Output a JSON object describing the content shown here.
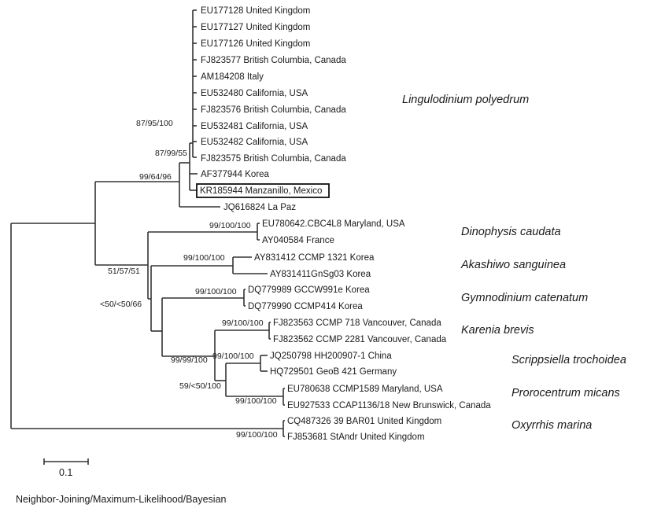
{
  "leaves": [
    "EU177128 United Kingdom",
    "EU177127 United Kingdom",
    "EU177126 United Kingdom",
    "FJ823577 British Columbia, Canada",
    "AM184208 Italy",
    "EU532480 California, USA",
    "FJ823576 British Columbia, Canada",
    "EU532481 California, USA",
    "EU532482 California, USA",
    "FJ823575 British Columbia, Canada",
    "AF377944 Korea",
    "KR185944 Manzanillo, Mexico",
    "JQ616824 La Paz",
    "EU780642.CBC4L8 Maryland, USA",
    "AY040584 France",
    "AY831412 CCMP 1321 Korea",
    "AY831411GnSg03 Korea",
    "DQ779989 GCCW991e Korea",
    "DQ779990 CCMP414 Korea",
    "FJ823563 CCMP 718 Vancouver, Canada",
    "FJ823562 CCMP 2281 Vancouver, Canada",
    "JQ250798 HH200907-1 China",
    "HQ729501 GeoB 421 Germany",
    "EU780638 CCMP1589 Maryland, USA",
    "EU927533 CCAP1136/18 New Brunswick, Canada",
    "CQ487326 39 BAR01 United Kingdom",
    "FJ853681 StAndr United Kingdom"
  ],
  "highlighted_leaf": "KR185944 Manzanillo, Mexico",
  "support_values": [
    "87/95/100",
    "87/99/55",
    "99/64/96",
    "99/100/100",
    "99/100/100",
    "51/57/51",
    "99/100/100",
    "<50/<50/66",
    "99/100/100",
    "99/99/100",
    "99/100/100",
    "59/<50/100",
    "99/100/100",
    "99/100/100"
  ],
  "clades": [
    "Lingulodinium polyedrum",
    "Dinophysis caudata",
    "Akashiwo sanguinea",
    "Gymnodinium catenatum",
    "Karenia brevis",
    "Scrippsiella trochoidea",
    "Prorocentrum micans",
    "Oxyrrhis marina"
  ],
  "scale_bar": {
    "label": "0.1",
    "value": 0.1
  },
  "methods": "Neighbor-Joining/Maximum-Likelihood/Bayesian"
}
